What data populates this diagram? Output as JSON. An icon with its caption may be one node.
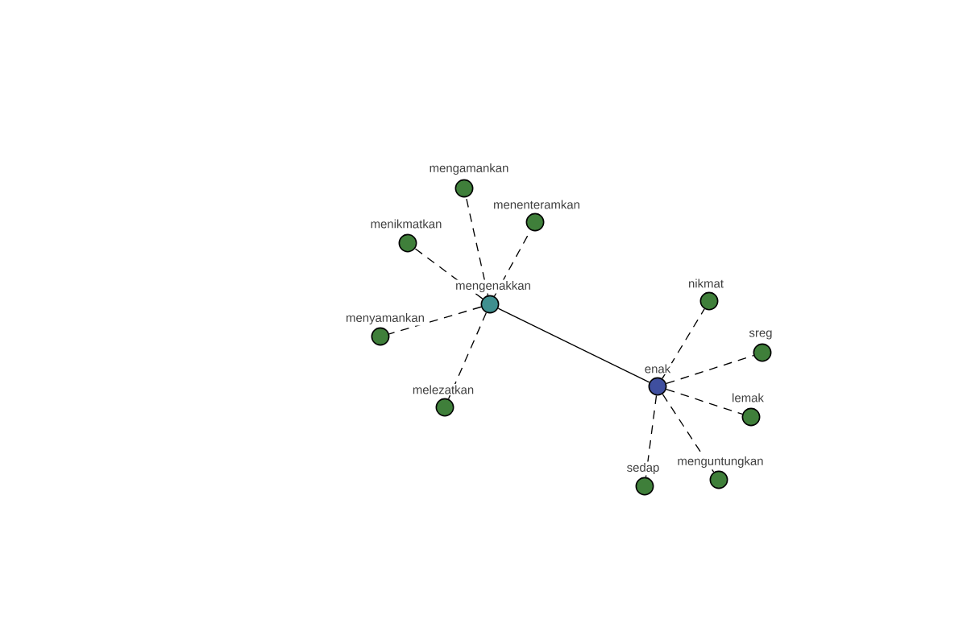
{
  "diagram": {
    "nodes": [
      {
        "text": [],
        "shape": "circle",
        "beside": [
          "mengamankan"
        ]
      },
      {
        "text": [],
        "shape": "circle",
        "beside": [
          "menenteramkan"
        ]
      },
      {
        "text": [],
        "shape": "circle",
        "beside": [
          "menikmatkan"
        ]
      },
      {
        "text": [],
        "shape": "circle",
        "beside": [
          "mengenakkan"
        ]
      },
      {
        "text": [],
        "shape": "circle",
        "beside": [
          "menyamankan"
        ]
      },
      {
        "text": [],
        "shape": "circle",
        "beside": [
          "melezatkan"
        ]
      },
      {
        "text": [],
        "shape": "circle",
        "beside": [
          "nikmat"
        ]
      },
      {
        "text": [],
        "shape": "circle",
        "beside": [
          "sreg"
        ]
      },
      {
        "text": [],
        "shape": "circle",
        "beside": [
          "enak"
        ]
      },
      {
        "text": [],
        "shape": "circle",
        "beside": [
          "lemak"
        ]
      },
      {
        "text": [],
        "shape": "circle",
        "beside": [
          "sedap"
        ]
      },
      {
        "text": [],
        "shape": "circle",
        "beside": [
          "menguntungkan"
        ]
      }
    ],
    "edges": [
      {
        "from": 3,
        "to": 0,
        "arrow": "none",
        "style": "dashed"
      },
      {
        "from": 3,
        "to": 1,
        "arrow": "none",
        "style": "dashed"
      },
      {
        "from": 3,
        "to": 2,
        "arrow": "none",
        "style": "dashed"
      },
      {
        "from": 3,
        "to": 4,
        "arrow": "none",
        "style": "dashed"
      },
      {
        "from": 3,
        "to": 5,
        "arrow": "none",
        "style": "dashed"
      },
      {
        "from": 3,
        "to": 8,
        "arrow": "none"
      },
      {
        "from": 8,
        "to": 6,
        "arrow": "none",
        "style": "dashed"
      },
      {
        "from": 8,
        "to": 7,
        "arrow": "none",
        "style": "dashed"
      },
      {
        "from": 8,
        "to": 9,
        "arrow": "none",
        "style": "dashed"
      },
      {
        "from": 8,
        "to": 10,
        "arrow": "none",
        "style": "dashed"
      },
      {
        "from": 8,
        "to": 11,
        "arrow": "none",
        "style": "dashed"
      }
    ]
  }
}
